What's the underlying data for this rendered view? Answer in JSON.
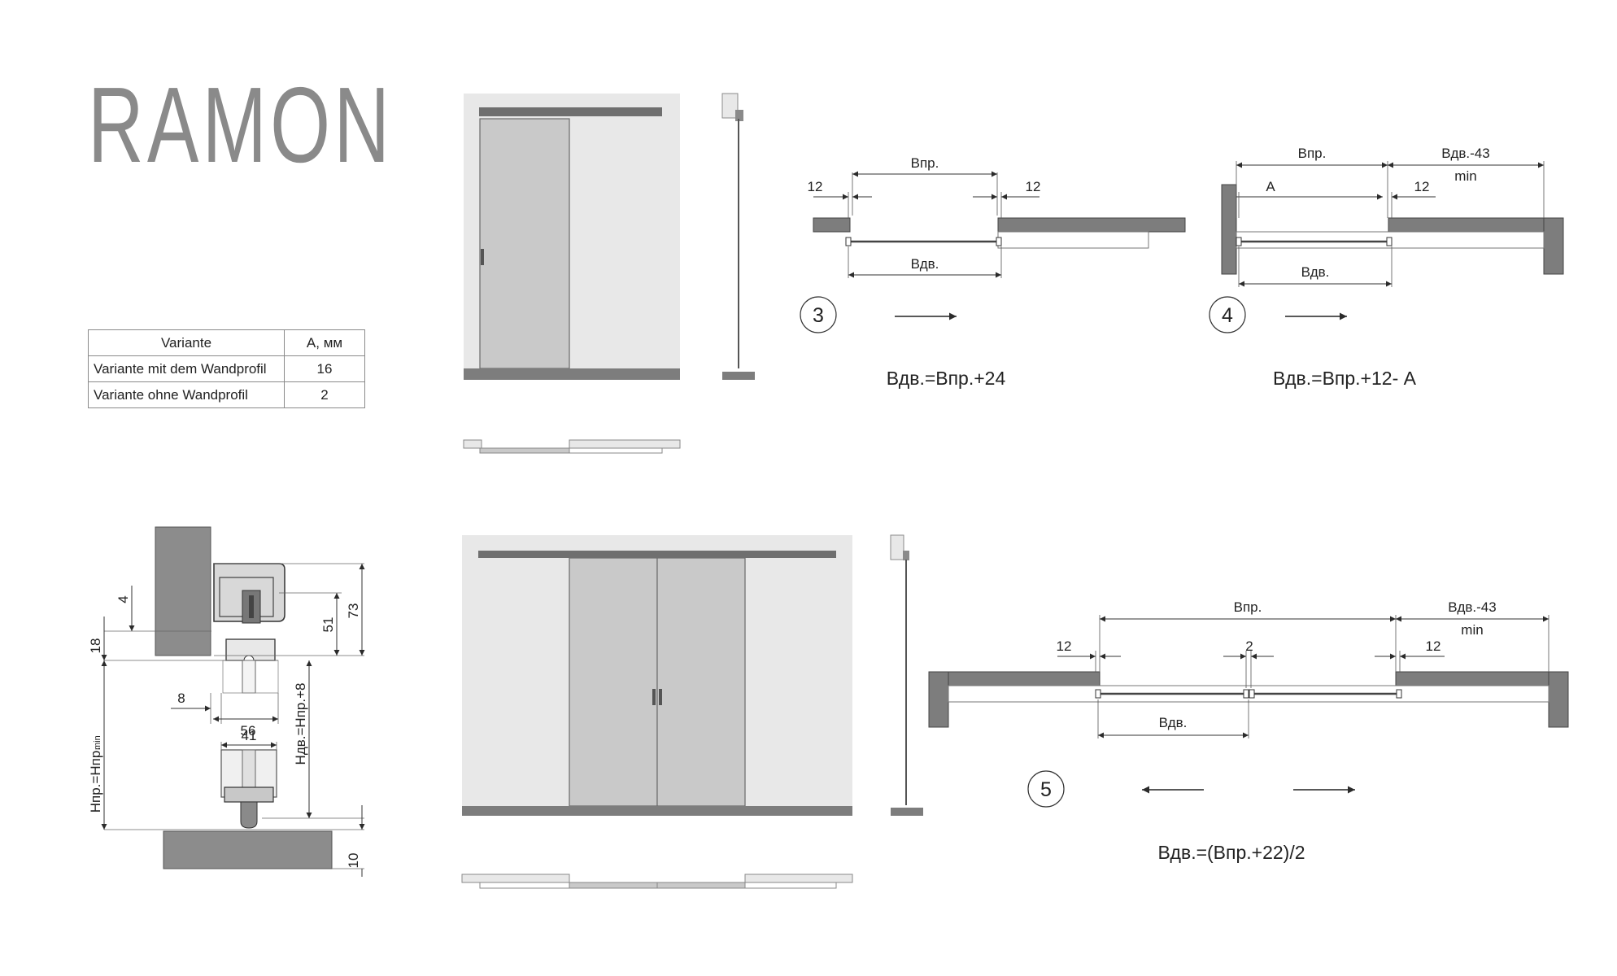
{
  "title": "RAMON",
  "variants_table": {
    "header": {
      "variant": "Variante",
      "value": "A, мм"
    },
    "rows": [
      {
        "variant": "Variante mit dem Wandprofil",
        "value": "16"
      },
      {
        "variant": "Variante ohne Wandprofil",
        "value": "2"
      }
    ]
  },
  "scheme3": {
    "number": "3",
    "dim_opening": "Впр.",
    "dim_door": "Вдв.",
    "dim_left": "12",
    "dim_right": "12",
    "formula": "Вдв.=Впр.+24"
  },
  "scheme4": {
    "number": "4",
    "dim_opening": "Впр.",
    "dim_door": "Вдв.",
    "dim_a": "A",
    "dim_gap": "12",
    "dim_stack": "Вдв.-43",
    "dim_stack_min": "min",
    "formula": "Вдв.=Впр.+12- A"
  },
  "scheme5": {
    "number": "5",
    "dim_opening": "Впр.",
    "dim_door": "Вдв.",
    "dim_left": "12",
    "dim_center": "2",
    "dim_right": "12",
    "dim_stack": "Вдв.-43",
    "dim_stack_min": "min",
    "formula": "Вдв.=(Впр.+22)/2"
  },
  "section": {
    "dim_4": "4",
    "dim_18": "18",
    "dim_51": "51",
    "dim_73": "73",
    "dim_8": "8",
    "dim_56": "56",
    "dim_41": "41",
    "dim_10": "10",
    "label_hdoor": "Ндв.=Нпр.+8",
    "label_hopening": "Нпр.=Нпр.",
    "label_hopening_sub": "min"
  },
  "colors": {
    "wall": "#e8e8e8",
    "glass": "#c9c9c9",
    "profile": "#7a7a7a",
    "line": "#2b2b2b"
  }
}
